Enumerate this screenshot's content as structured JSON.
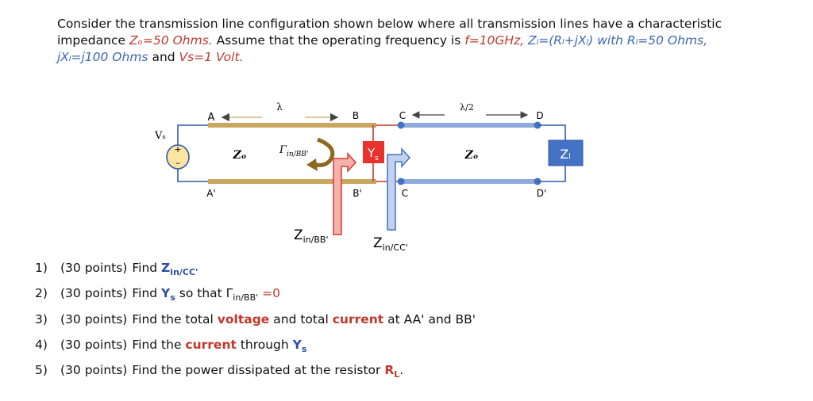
{
  "problem": {
    "intro_1": "Consider the transmission line configuration shown below where all transmission lines have a characteristic",
    "intro_2a": "impedance ",
    "z0_eq": "Zₒ=50 Ohms.",
    "intro_2b": "  Assume that the operating frequency is ",
    "freq": "f=10GHz,",
    "zl_eq": " Zₗ=(Rₗ+jXₗ) with Rₗ=50 Ohms,",
    "jxl": "jXₗ=j100 Ohms",
    "and_text": " and ",
    "vs_eq": "Vs=1 Volt."
  },
  "diagram": {
    "vs_label": "Vₛ",
    "plus": "+",
    "minus": "–",
    "node_a": "A",
    "node_a_prime": "A'",
    "node_b": "B",
    "node_b_prime": "B'",
    "node_c_top": "C",
    "node_c_bottom": "C",
    "node_d": "D",
    "node_d_prime": "D'",
    "lambda_label": "λ",
    "half_lambda_label": "λ/2",
    "z0_left": "Zₒ",
    "z0_right": "Zₒ",
    "gamma_label": "Γ",
    "gamma_sub": "in/BB'",
    "ys_label": "Y",
    "ys_sub": "s",
    "zl_label": "Zₗ",
    "zin_bb": "Z",
    "zin_bb_sub": "in/BB'",
    "zin_cc": "Z",
    "zin_cc_sub": "in/CC'",
    "colors": {
      "gold_line": "#c9a760",
      "blue_line": "#8faadc",
      "red_block": "#e8322b",
      "zl_block": "#4472c4",
      "source_fill": "#fbe5a0",
      "wire": "#2e5aa8"
    }
  },
  "questions": [
    {
      "num": "1)",
      "pts": "(30 points)",
      "a": "Find ",
      "b": "Z",
      "b_sub": "in/CC'",
      "c": "",
      "d": "",
      "e": ""
    },
    {
      "num": "2)",
      "pts": "(30 points)",
      "a": "Find  ",
      "b": "Y",
      "b_sub": "s",
      "c": " so that Γ",
      "c_sub": "in/BB'",
      "d": " =0",
      "e": ""
    },
    {
      "num": "3)",
      "pts": "(30 points)",
      "a": "Find the total ",
      "b": "voltage",
      "c": " and total ",
      "d": "current",
      "e": " at AA' and BB'"
    },
    {
      "num": "4)",
      "pts": "(30 points)",
      "a": "Find the ",
      "b": "current",
      "c": " through ",
      "d": "Y",
      "d_sub": "s"
    },
    {
      "num": "5)",
      "pts": "(30 points)",
      "a": "Find the power dissipated at the resistor ",
      "b": "R",
      "b_sub": "L",
      "c": "."
    }
  ]
}
